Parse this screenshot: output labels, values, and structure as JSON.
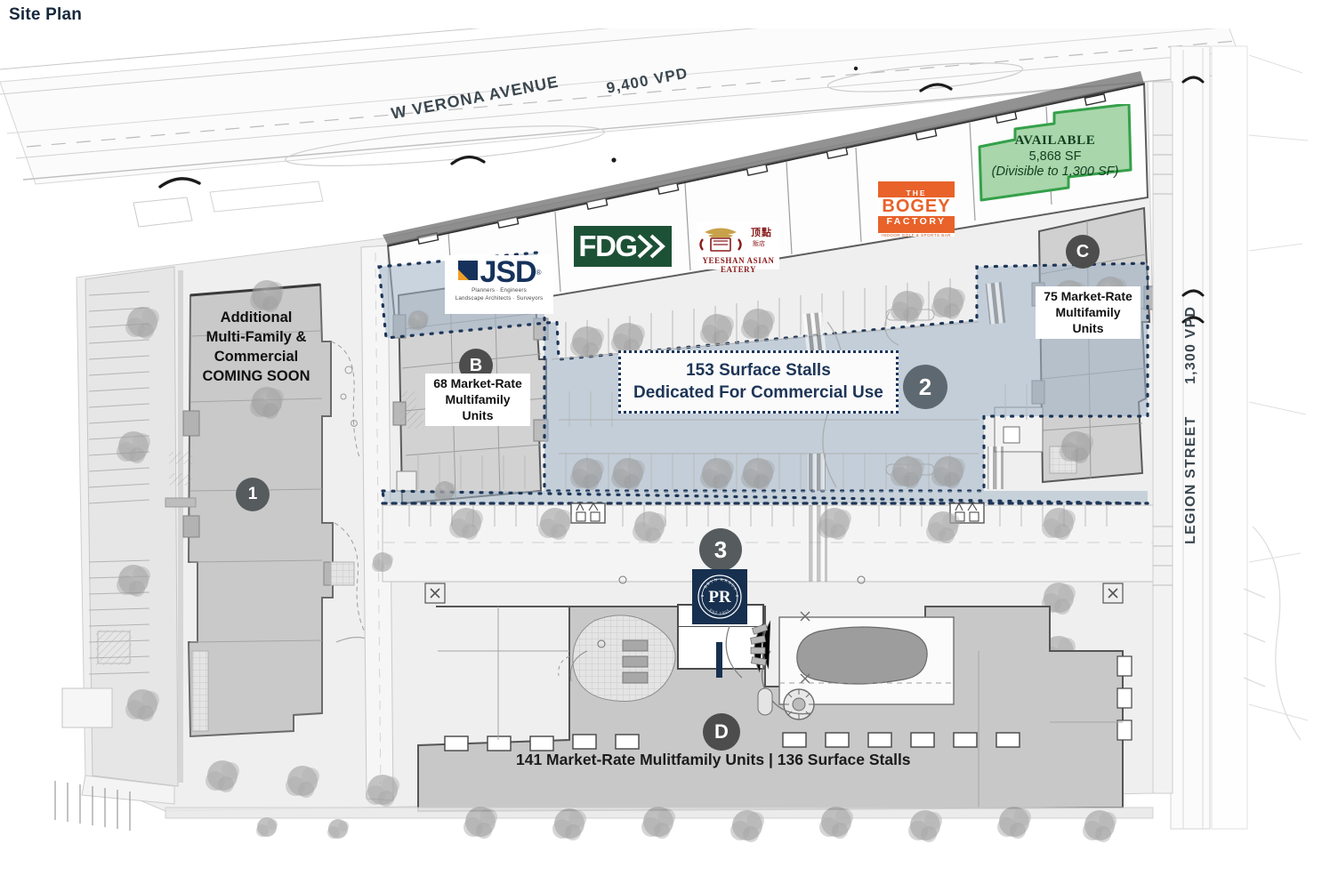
{
  "page": {
    "title": "Site Plan"
  },
  "roads": [
    {
      "name": "w-verona-avenue",
      "label": "W VERONA AVENUE",
      "traffic": "9,400 VPD"
    },
    {
      "name": "legion-street",
      "label": "LEGION STREET",
      "traffic": "1,300 VPD"
    }
  ],
  "available_space": {
    "headline": "AVAILABLE",
    "size": "5,868 SF",
    "divisible": "(Divisible to 1,300 SF)",
    "fill_color": "#a9d6ab",
    "stroke_color": "#35a04a"
  },
  "parcels": [
    {
      "marker": "1",
      "type": "number",
      "label": "Additional\nMulti-Family &\nCommercial\nCOMING SOON",
      "lines": [
        "Additional",
        "Multi-Family &",
        "Commercial",
        "COMING SOON"
      ]
    },
    {
      "marker": "2",
      "type": "number",
      "label": "153 Surface Stalls Dedicated For Commercial Use"
    },
    {
      "marker": "3",
      "type": "number",
      "label": ""
    },
    {
      "marker": "B",
      "type": "letter",
      "lines": [
        "68 Market-Rate",
        "Multifamily",
        "Units"
      ]
    },
    {
      "marker": "C",
      "type": "letter",
      "lines": [
        "75 Market-Rate",
        "Multifamily",
        "Units"
      ]
    },
    {
      "marker": "D",
      "type": "letter",
      "caption": "141 Market-Rate Mulitfamily Units | 136 Surface Stalls"
    }
  ],
  "callouts": {
    "commercial_parking": {
      "line1": "153 Surface Stalls",
      "line2": "Dedicated For Commercial Use",
      "border_color": "#1d3557"
    }
  },
  "tenants": [
    {
      "name": "jsd",
      "word": "JSD",
      "tagline_line1": "Planners  ·  Engineers",
      "tagline_line2": "Landscape Architects  ·  Surveyors",
      "color": "#16325c",
      "accent": "#f0a028"
    },
    {
      "name": "fdg",
      "word": "FDG",
      "color": "#1d5136"
    },
    {
      "name": "yeeshan-asian-eatery",
      "word": "YEESHAN ASIAN EATERY",
      "cjk": "頂點",
      "color": "#8a1c1c"
    },
    {
      "name": "the-bogey-factory",
      "line1": "THE",
      "line2": "BOGEY",
      "line3": "FACTORY",
      "sub": "INDOOR GOLF & SPORTS BAR",
      "color": "#e8622a"
    }
  ],
  "branding": {
    "medallion_initials": "PR",
    "medallion_top": "BRYN KRAUS",
    "medallion_bottom": "EST 1955",
    "color": "#17304f"
  },
  "markers": {
    "one": "1",
    "two": "2",
    "three": "3",
    "b": "B",
    "c": "C",
    "d": "D"
  },
  "unit_labels": {
    "b_line1": "68 Market-Rate",
    "b_line2": "Multifamily",
    "b_line3": "Units",
    "c_line1": "75 Market-Rate",
    "c_line2": "Multifamily",
    "c_line3": "Units",
    "d_caption": "141 Market-Rate Mulitfamily Units | 136 Surface Stalls"
  },
  "coming_soon": {
    "l1": "Additional",
    "l2": "Multi-Family &",
    "l3": "Commercial",
    "l4": "COMING SOON"
  },
  "colors": {
    "highlight_fill": "#aebdcb",
    "highlight_stroke": "#1d3557",
    "building_gray": "#c9c9c9",
    "pavement": "#ededed",
    "title": "#17283d"
  }
}
